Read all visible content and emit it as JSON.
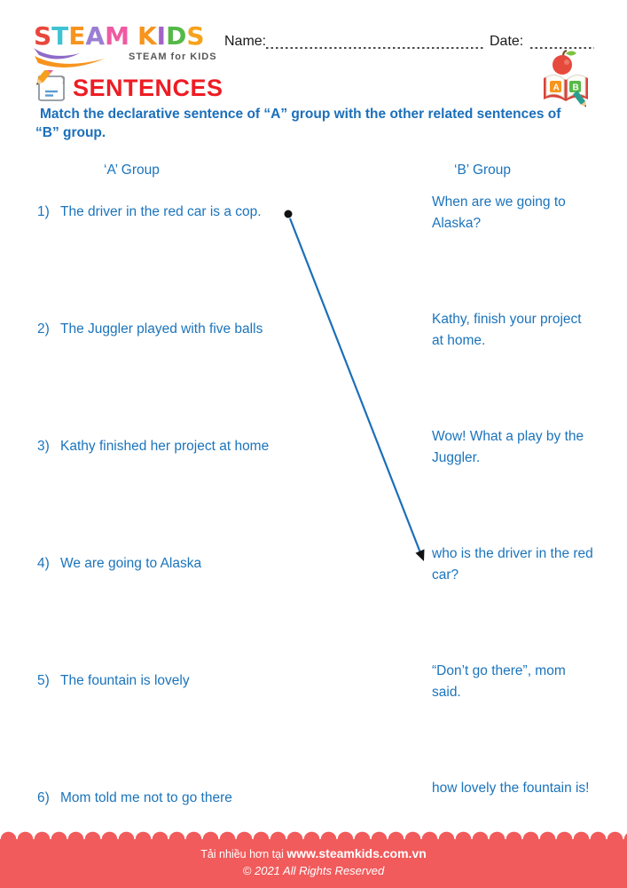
{
  "logo": {
    "letters": [
      {
        "ch": "S",
        "color": "#e8473b"
      },
      {
        "ch": "T",
        "color": "#3fc3d2"
      },
      {
        "ch": "E",
        "color": "#f7941d"
      },
      {
        "ch": "A",
        "color": "#9b7fd4"
      },
      {
        "ch": "M",
        "color": "#ef5aa1"
      },
      {
        "ch": "K",
        "color": "#f7941d"
      },
      {
        "ch": "I",
        "color": "#a263c6"
      },
      {
        "ch": "D",
        "color": "#55b948"
      },
      {
        "ch": "S",
        "color": "#f7a21d"
      }
    ],
    "tagline": "STEAM for KIDS"
  },
  "header": {
    "name_label": "Name:",
    "date_label": "Date:"
  },
  "title": "SENTENCES",
  "instruction_line1": "Match the declarative sentence of “A” group with the other related sentences of",
  "instruction_line2": "“B” group.",
  "group_a": {
    "header": "‘A’ Group",
    "items": [
      {
        "num": "1)",
        "text": "The driver in the red car is a cop."
      },
      {
        "num": "2)",
        "text": "The Juggler played with five balls"
      },
      {
        "num": "3)",
        "text": "Kathy finished her project at home"
      },
      {
        "num": "4)",
        "text": "We are going to Alaska"
      },
      {
        "num": "5)",
        "text": "The fountain is lovely"
      },
      {
        "num": "6)",
        "text": "Mom told me not to go there"
      }
    ]
  },
  "group_b": {
    "header": "‘B’ Group",
    "items": [
      {
        "text": "When are we going to Alaska?"
      },
      {
        "text": "Kathy, finish your project at home."
      },
      {
        "text": "Wow! What a play by the Juggler."
      },
      {
        "text": "who is the driver in the red car?"
      },
      {
        "text": "“Don’t go there”, mom said."
      },
      {
        "text": "how lovely the fountain is!"
      }
    ]
  },
  "match": {
    "from": "A1",
    "to": "B4"
  },
  "footer": {
    "prefix": "Tải nhiều hơn tại ",
    "site": "www.steamkids.com.vn",
    "copyright": "©  2021 All Rights Reserved"
  },
  "colors": {
    "text_blue": "#1b74bc",
    "instruction_blue": "#1b6fba",
    "title_red": "#ee1c24",
    "footer_red": "#f15b5c",
    "connector_blue": "#1b6fb8"
  }
}
